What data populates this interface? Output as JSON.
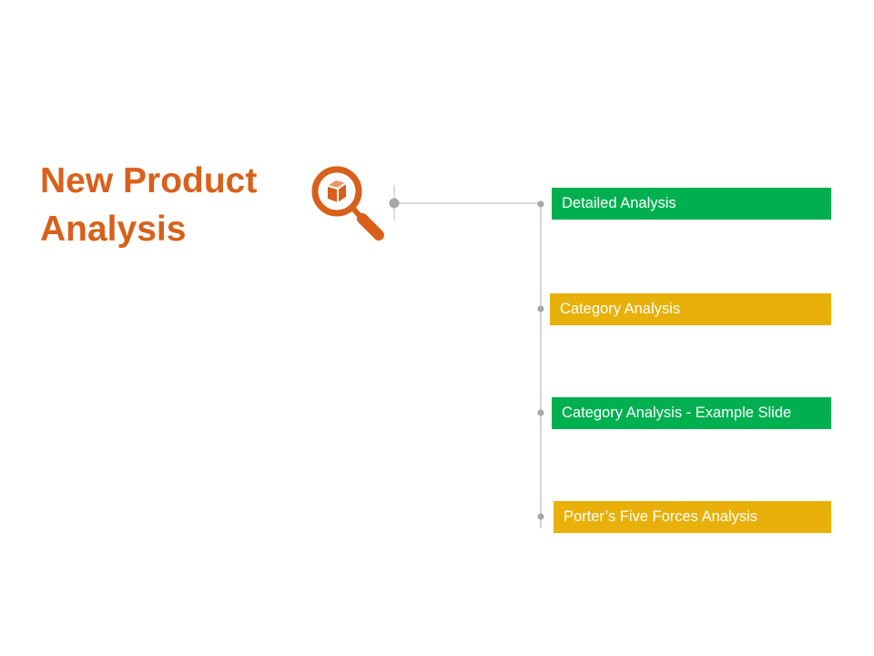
{
  "title": {
    "line1": "New Product",
    "line2": "Analysis"
  },
  "icon": "magnifier-box-icon",
  "colors": {
    "title": "#d9601a",
    "green": "#00b050",
    "gold": "#e8b008",
    "connector": "#c8c8c8",
    "dot": "#a6a6a6"
  },
  "items": [
    {
      "label": "Detailed Analysis",
      "color": "#00b050"
    },
    {
      "label": "Category Analysis",
      "color": "#e8b008"
    },
    {
      "label": "Category Analysis - Example Slide",
      "color": "#00b050"
    },
    {
      "label": "Porter’s Five Forces Analysis",
      "color": "#e8b008"
    }
  ]
}
